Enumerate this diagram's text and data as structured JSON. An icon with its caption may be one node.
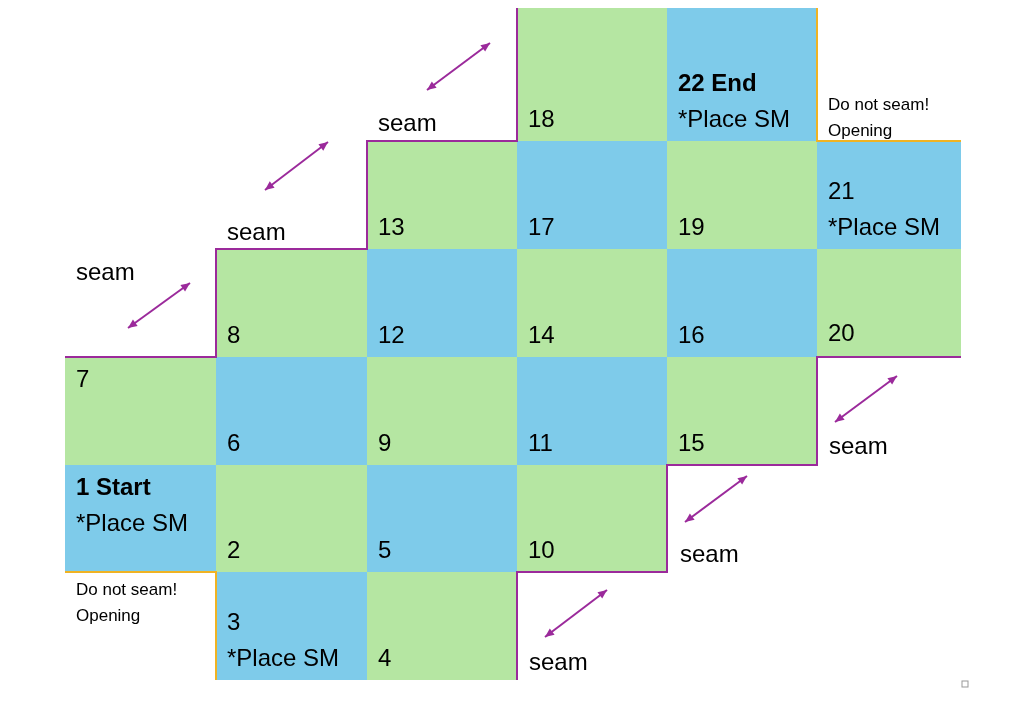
{
  "diagram": {
    "nodes": [
      {
        "text": [
          "18"
        ]
      },
      {
        "text": [
          "22 End",
          "*Place SM"
        ]
      },
      {
        "text": [
          "13"
        ]
      },
      {
        "text": [
          "17"
        ]
      },
      {
        "text": [
          "19"
        ]
      },
      {
        "text": [
          "21",
          "*Place SM"
        ]
      },
      {
        "text": [
          "8"
        ]
      },
      {
        "text": [
          "12"
        ]
      },
      {
        "text": [
          "14"
        ]
      },
      {
        "text": [
          "16"
        ]
      },
      {
        "text": [
          "20"
        ]
      },
      {
        "text": [
          "7"
        ]
      },
      {
        "text": [
          "6"
        ]
      },
      {
        "text": [
          "9"
        ]
      },
      {
        "text": [
          "11"
        ]
      },
      {
        "text": [
          "15"
        ]
      },
      {
        "text": [
          "1 Start",
          "*Place SM"
        ]
      },
      {
        "text": [
          "2"
        ]
      },
      {
        "text": [
          "5"
        ]
      },
      {
        "text": [
          "10"
        ]
      },
      {
        "text": [
          "3",
          "*Place SM"
        ]
      },
      {
        "text": [
          "4"
        ]
      }
    ],
    "edges": [],
    "labels": [
      "seam",
      "Do not seam! Opening",
      "seam",
      "seam",
      "seam",
      "seam",
      "Do not seam! Opening",
      "seam"
    ]
  }
}
